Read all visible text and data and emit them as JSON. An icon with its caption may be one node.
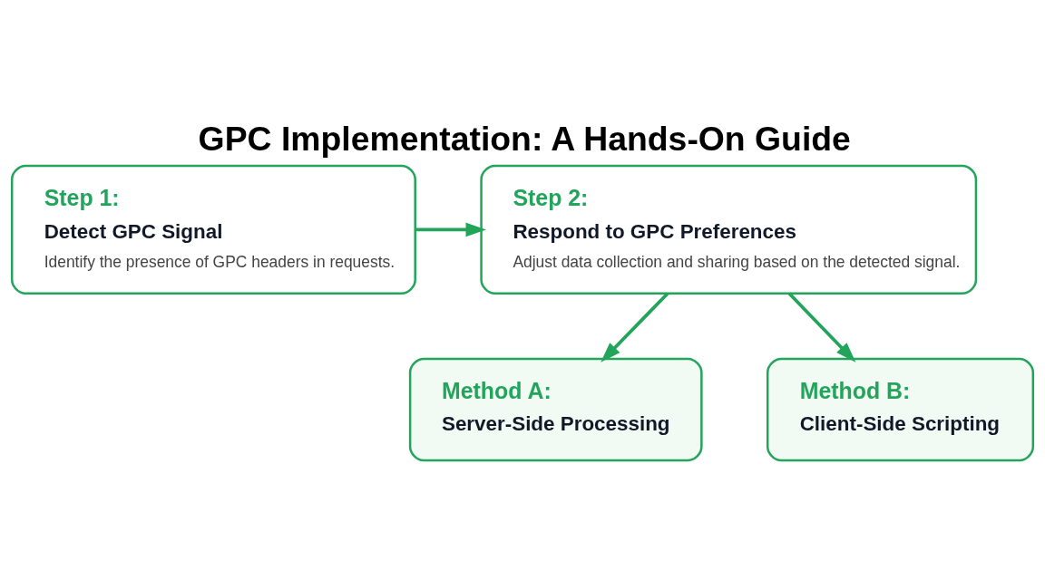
{
  "diagram": {
    "title": "GPC Implementation: A Hands-On Guide",
    "nodes": [
      {
        "text": [
          "Step 1:",
          "Detect GPC Signal",
          "Identify the presence of GPC headers in requests."
        ]
      },
      {
        "text": [
          "Step 2:",
          "Respond to GPC Preferences",
          "Adjust data collection and sharing based on the detected signal."
        ]
      },
      {
        "text": [
          "Method A:",
          "Server-Side Processing"
        ]
      },
      {
        "text": [
          "Method B:",
          "Client-Side Scripting"
        ]
      }
    ],
    "edges": [
      {
        "from": 0,
        "to": 1,
        "arrow": "to"
      },
      {
        "from": 1,
        "to": 2,
        "arrow": "to"
      },
      {
        "from": 1,
        "to": 3,
        "arrow": "to"
      }
    ]
  }
}
